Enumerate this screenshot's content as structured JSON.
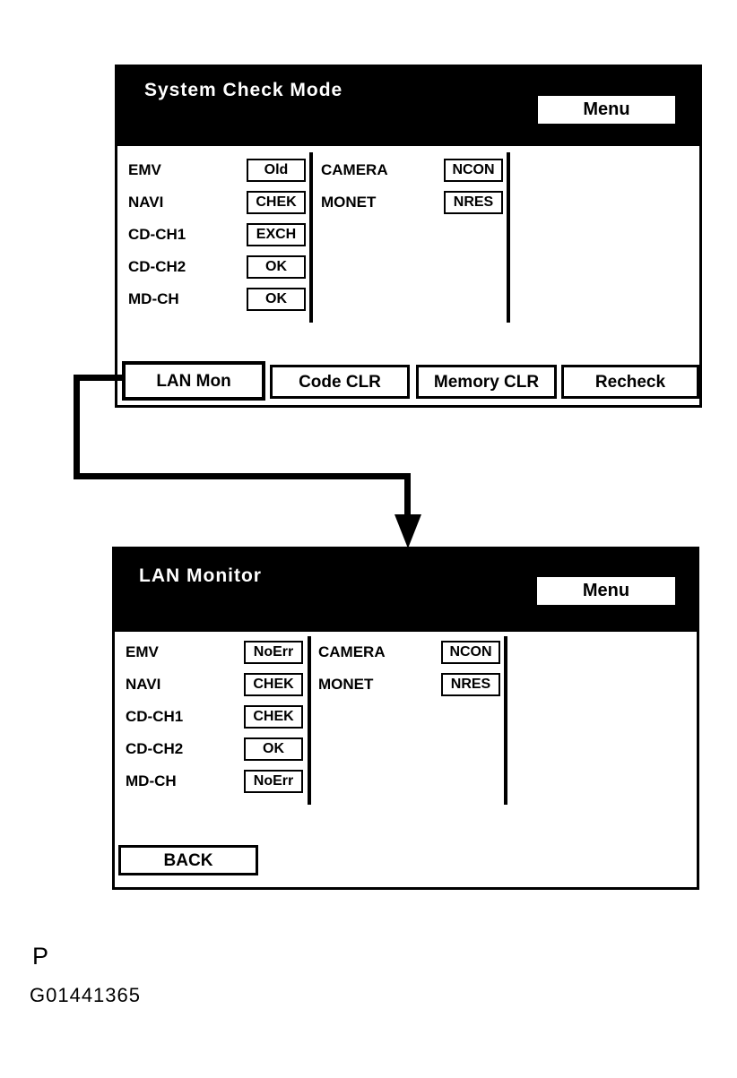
{
  "colors": {
    "ink": "#000000",
    "paper": "#ffffff"
  },
  "screen1": {
    "title": "System Check Mode",
    "menu_label": "Menu",
    "left_items": [
      {
        "label": "EMV",
        "status": "Old"
      },
      {
        "label": "NAVI",
        "status": "CHEK"
      },
      {
        "label": "CD-CH1",
        "status": "EXCH"
      },
      {
        "label": "CD-CH2",
        "status": "OK"
      },
      {
        "label": "MD-CH",
        "status": "OK"
      }
    ],
    "right_items": [
      {
        "label": "CAMERA",
        "status": "NCON"
      },
      {
        "label": "MONET",
        "status": "NRES"
      }
    ],
    "buttons": [
      {
        "label": "LAN Mon"
      },
      {
        "label": "Code CLR"
      },
      {
        "label": "Memory CLR"
      },
      {
        "label": "Recheck"
      }
    ]
  },
  "screen2": {
    "title": "LAN Monitor",
    "menu_label": "Menu",
    "left_items": [
      {
        "label": "EMV",
        "status": "NoErr"
      },
      {
        "label": "NAVI",
        "status": "CHEK"
      },
      {
        "label": "CD-CH1",
        "status": "CHEK"
      },
      {
        "label": "CD-CH2",
        "status": "OK"
      },
      {
        "label": "MD-CH",
        "status": "NoErr"
      }
    ],
    "right_items": [
      {
        "label": "CAMERA",
        "status": "NCON"
      },
      {
        "label": "MONET",
        "status": "NRES"
      }
    ],
    "back_label": "BACK"
  },
  "footer": {
    "page_letter": "P",
    "figure_id": "G01441365"
  }
}
